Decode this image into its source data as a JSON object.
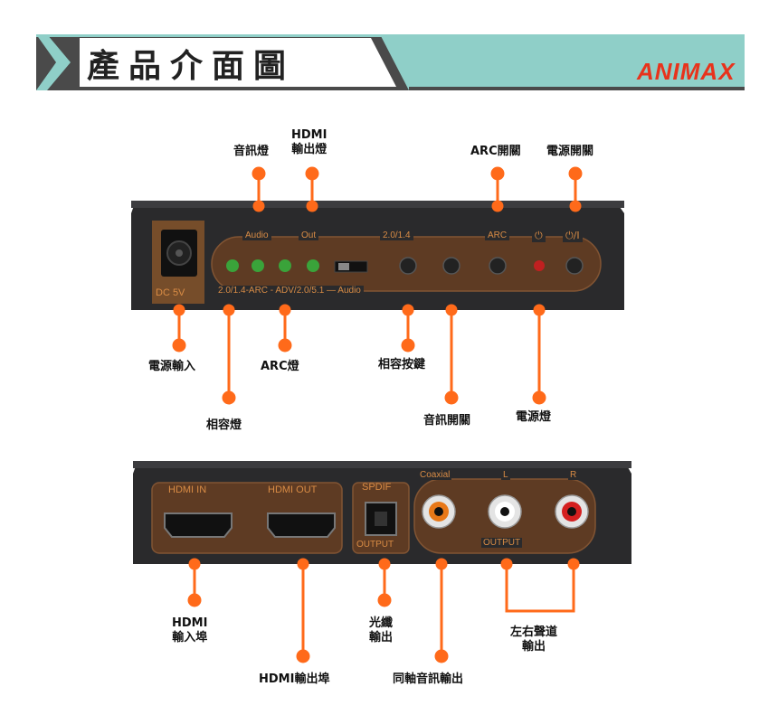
{
  "header": {
    "title": "產品介面圖",
    "brand": "ANIMAX",
    "banner_color": "#8fcfc8",
    "dark_color": "#4a4a4a",
    "accent_color": "#ff6a1a"
  },
  "front_panel": {
    "left_label": "DC 5V",
    "top_labels": [
      "Audio",
      "Out",
      "2.0/1.4",
      "ARC",
      "⏻",
      "⏻/I"
    ],
    "bottom_label": "2.0/1.4-ARC - ADV/2.0/5.1 — Audio",
    "callouts": {
      "audio_led": "音訊燈",
      "hdmi_out_led": "HDMI\n輸出燈",
      "arc_switch": "ARC開關",
      "power_switch": "電源開關",
      "power_in": "電源輸入",
      "arc_led": "ARC燈",
      "compat_button": "相容按鍵",
      "compat_led": "相容燈",
      "audio_switch": "音訊開關",
      "power_led": "電源燈"
    }
  },
  "back_panel": {
    "hdmi_in_label": "HDMI IN",
    "hdmi_out_label": "HDMI OUT",
    "spdif_label": "SPDIF",
    "spdif_output_label": "OUTPUT",
    "coaxial_label": "Coaxial",
    "left_label": "L",
    "right_label": "R",
    "output_label": "OUTPUT",
    "callouts": {
      "hdmi_in": "HDMI\n輸入埠",
      "hdmi_out": "HDMI輸出埠",
      "optical": "光纖\n輸出",
      "coaxial": "同軸音訊輸出",
      "lr": "左右聲道\n輸出"
    }
  }
}
